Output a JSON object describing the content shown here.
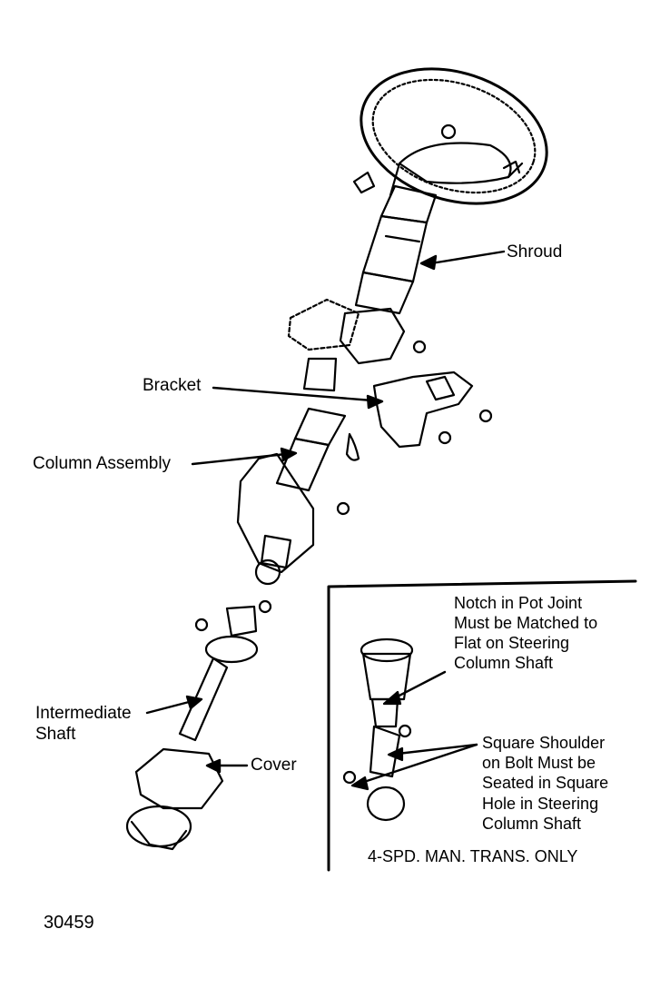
{
  "labels": {
    "shroud": "Shroud",
    "bracket": "Bracket",
    "column_assembly": "Column Assembly",
    "intermediate_shaft_1": "Intermediate",
    "intermediate_shaft_2": "Shaft",
    "cover": "Cover"
  },
  "inset": {
    "notch_lines": [
      "Notch in Pot Joint",
      "Must be Matched to",
      "Flat on Steering",
      "Column Shaft"
    ],
    "square_lines": [
      "Square Shoulder",
      "on Bolt Must be",
      "Seated in Square",
      "Hole in Steering",
      "Column Shaft"
    ],
    "caption": "4-SPD. MAN. TRANS. ONLY"
  },
  "figure_number": "30459"
}
